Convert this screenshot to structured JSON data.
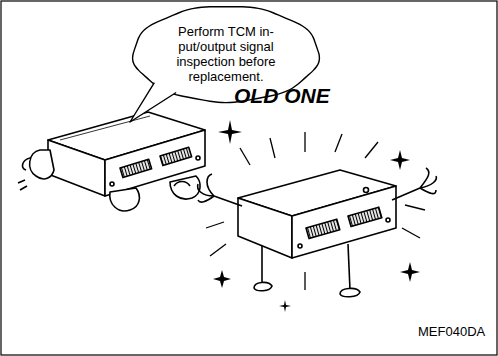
{
  "diagram": {
    "nodes": [
      {
        "text": [
          "Perform TCM in- put/output signal inspection before replacement."
        ]
      }
    ],
    "labels": [
      "OLD ONE",
      "MEF040DA"
    ]
  }
}
